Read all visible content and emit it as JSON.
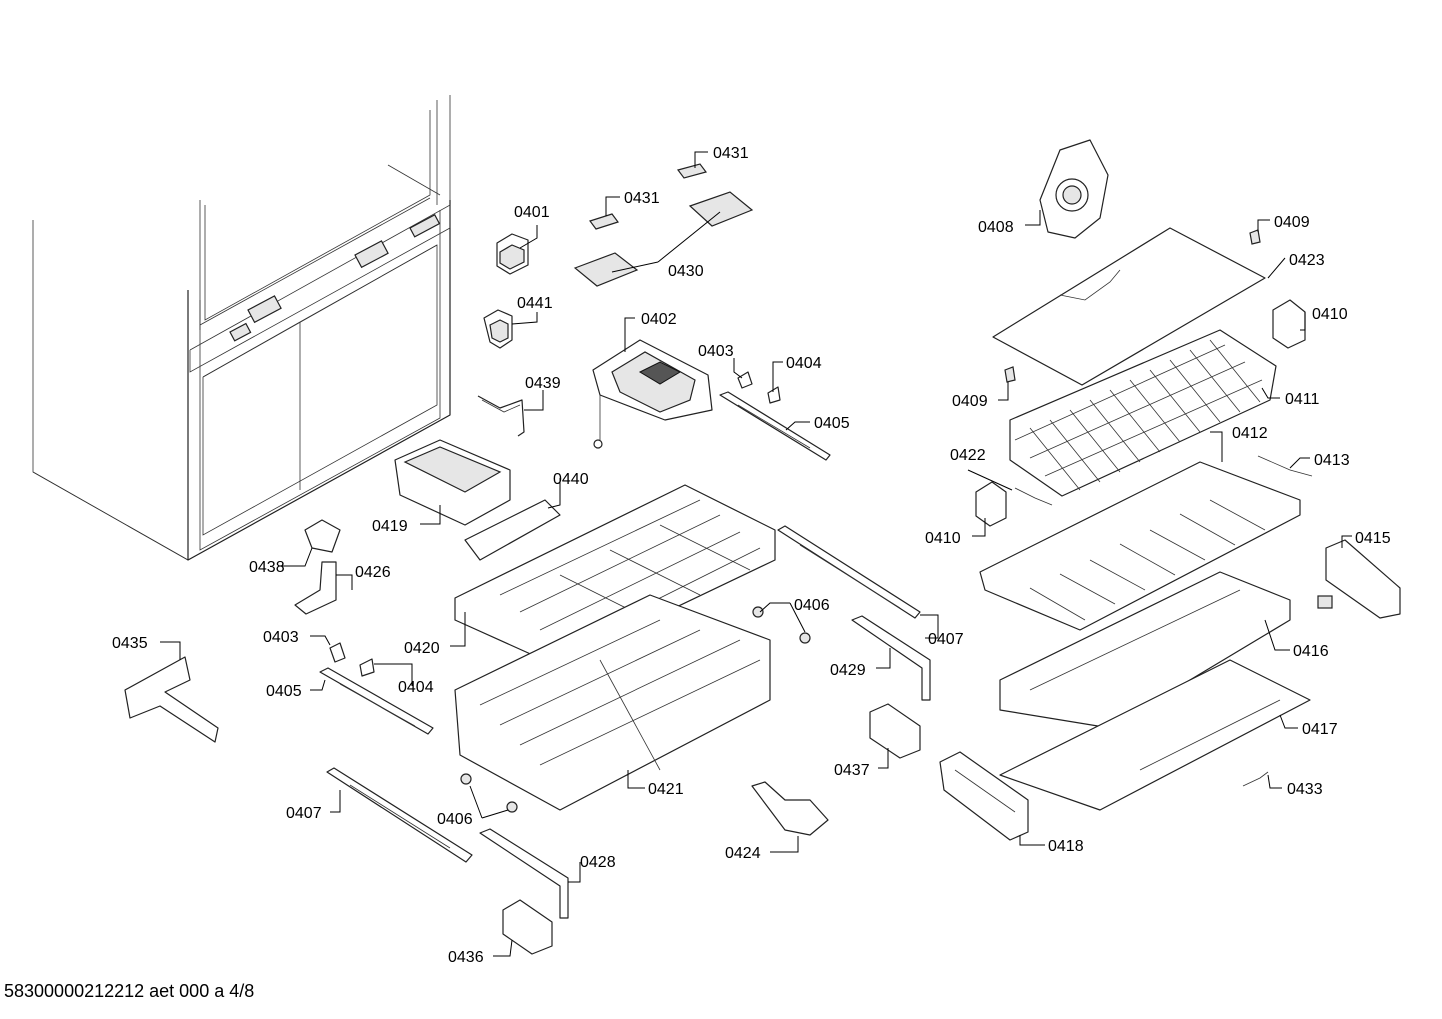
{
  "document_id": "58300000212212 aet 000 a 4/8",
  "callouts": [
    "0431",
    "0431",
    "0401",
    "0430",
    "0408",
    "0409",
    "0423",
    "0441",
    "0402",
    "0410",
    "0403",
    "0404",
    "0439",
    "0405",
    "0409",
    "0411",
    "0412",
    "0422",
    "0413",
    "0440",
    "0419",
    "0410",
    "0415",
    "0438",
    "0426",
    "0406",
    "0407",
    "0403",
    "0420",
    "0416",
    "0435",
    "0429",
    "0404",
    "0405",
    "0417",
    "0437",
    "0421",
    "0433",
    "0407",
    "0406",
    "0418",
    "0424",
    "0428",
    "0436"
  ]
}
